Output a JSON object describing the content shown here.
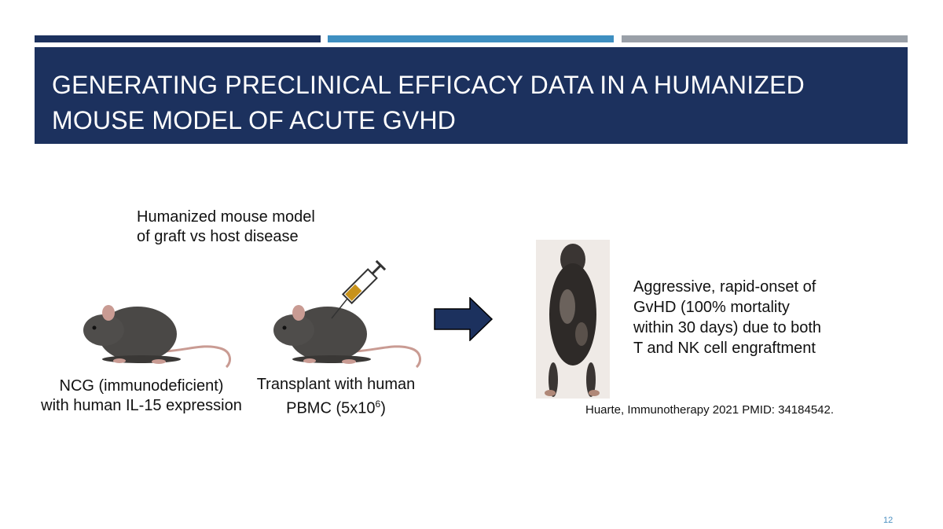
{
  "colors": {
    "navy": "#1c315e",
    "blue": "#3e8fc1",
    "grey": "#9aa0a8"
  },
  "title": "GENERATING PRECLINICAL EFFICACY DATA IN A HUMANIZED MOUSE MODEL OF ACUTE GVHD",
  "model_heading": [
    "Humanized mouse model",
    "of graft vs host disease"
  ],
  "mouse1_caption": [
    "NCG (immunodeficient)",
    "with human IL-15 expression"
  ],
  "mouse2_caption": {
    "line1": "Transplant with human",
    "line2_prefix": "PBMC (5x10",
    "line2_sup": "6",
    "line2_suffix": ")"
  },
  "outcome_text": [
    "Aggressive, rapid-onset of",
    "GvHD (100% mortality",
    "within 30 days) due to both",
    "T and NK cell engraftment"
  ],
  "citation": "Huarte, Immunotherapy 2021 PMID: 34184542.",
  "page_number": "12"
}
